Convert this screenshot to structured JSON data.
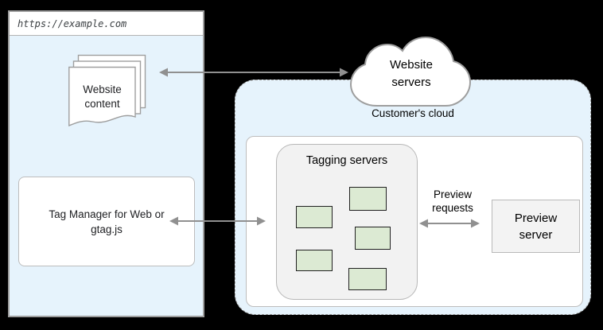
{
  "browser": {
    "url": "https://example.com",
    "website_content_label": "Website content",
    "tag_manager_label": "Tag Manager for Web or gtag.js"
  },
  "website_servers": {
    "label": "Website servers"
  },
  "customer_cloud": {
    "label": "Customer's cloud",
    "tagging_servers": {
      "label": "Tagging servers",
      "server_box_count": 5
    },
    "preview": {
      "requests_label": "Preview requests",
      "server_label": "Preview server"
    }
  },
  "icons": {
    "pages_icon": "stack of three pages with wavy bottom edge",
    "cloud_icon": "cloud outline"
  },
  "colors": {
    "background": "#000000",
    "panel_blue": "#e6f3fc",
    "arrow_gray": "#909090",
    "border_gray": "#9e9e9e",
    "green_server_fill": "#dcead3",
    "tagging_box_fill": "#f2f2f2",
    "preview_server_fill": "#f3f3f3"
  }
}
